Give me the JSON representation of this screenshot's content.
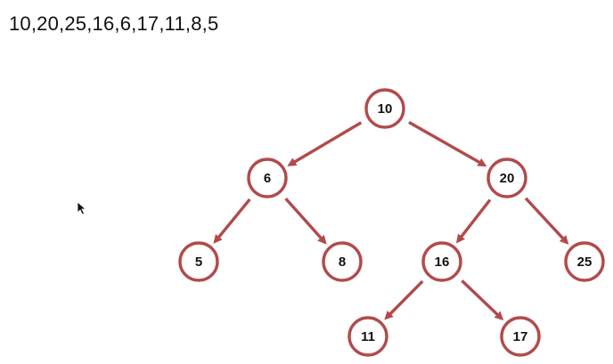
{
  "sequence_text": "10,20,25,16,6,17,11,8,5",
  "colors": {
    "node_stroke": "#b24a4a",
    "edge": "#b24a4a",
    "text": "#111111"
  },
  "tree": {
    "nodes": [
      {
        "id": "n10",
        "label": "10"
      },
      {
        "id": "n6",
        "label": "6"
      },
      {
        "id": "n20",
        "label": "20"
      },
      {
        "id": "n5",
        "label": "5"
      },
      {
        "id": "n8",
        "label": "8"
      },
      {
        "id": "n16",
        "label": "16"
      },
      {
        "id": "n25",
        "label": "25"
      },
      {
        "id": "n11",
        "label": "11"
      },
      {
        "id": "n17",
        "label": "17"
      }
    ],
    "edges": [
      {
        "from": "n10",
        "to": "n6"
      },
      {
        "from": "n10",
        "to": "n20"
      },
      {
        "from": "n6",
        "to": "n5"
      },
      {
        "from": "n6",
        "to": "n8"
      },
      {
        "from": "n20",
        "to": "n16"
      },
      {
        "from": "n20",
        "to": "n25"
      },
      {
        "from": "n16",
        "to": "n11"
      },
      {
        "from": "n16",
        "to": "n17"
      }
    ]
  },
  "cursor_icon": "arrow-cursor-icon"
}
